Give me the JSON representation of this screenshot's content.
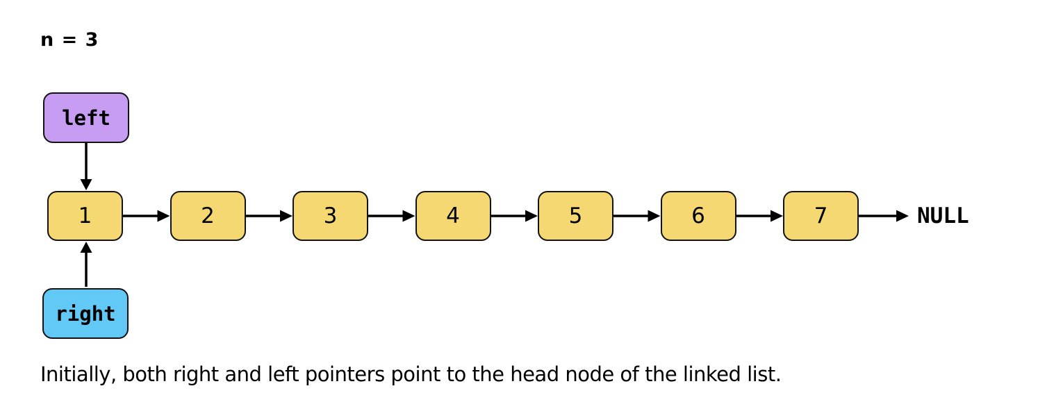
{
  "title": "n = 3",
  "pointers": {
    "left": {
      "label": "left",
      "color": "#C79CF3"
    },
    "right": {
      "label": "right",
      "color": "#62C9F7"
    }
  },
  "list": {
    "node_color": "#F6D873",
    "border_color": "#121212",
    "nodes": [
      {
        "value": "1"
      },
      {
        "value": "2"
      },
      {
        "value": "3"
      },
      {
        "value": "4"
      },
      {
        "value": "5"
      },
      {
        "value": "6"
      },
      {
        "value": "7"
      }
    ],
    "terminator": "NULL"
  },
  "caption": "Initially, both right and left pointers point to the head node of the linked list."
}
